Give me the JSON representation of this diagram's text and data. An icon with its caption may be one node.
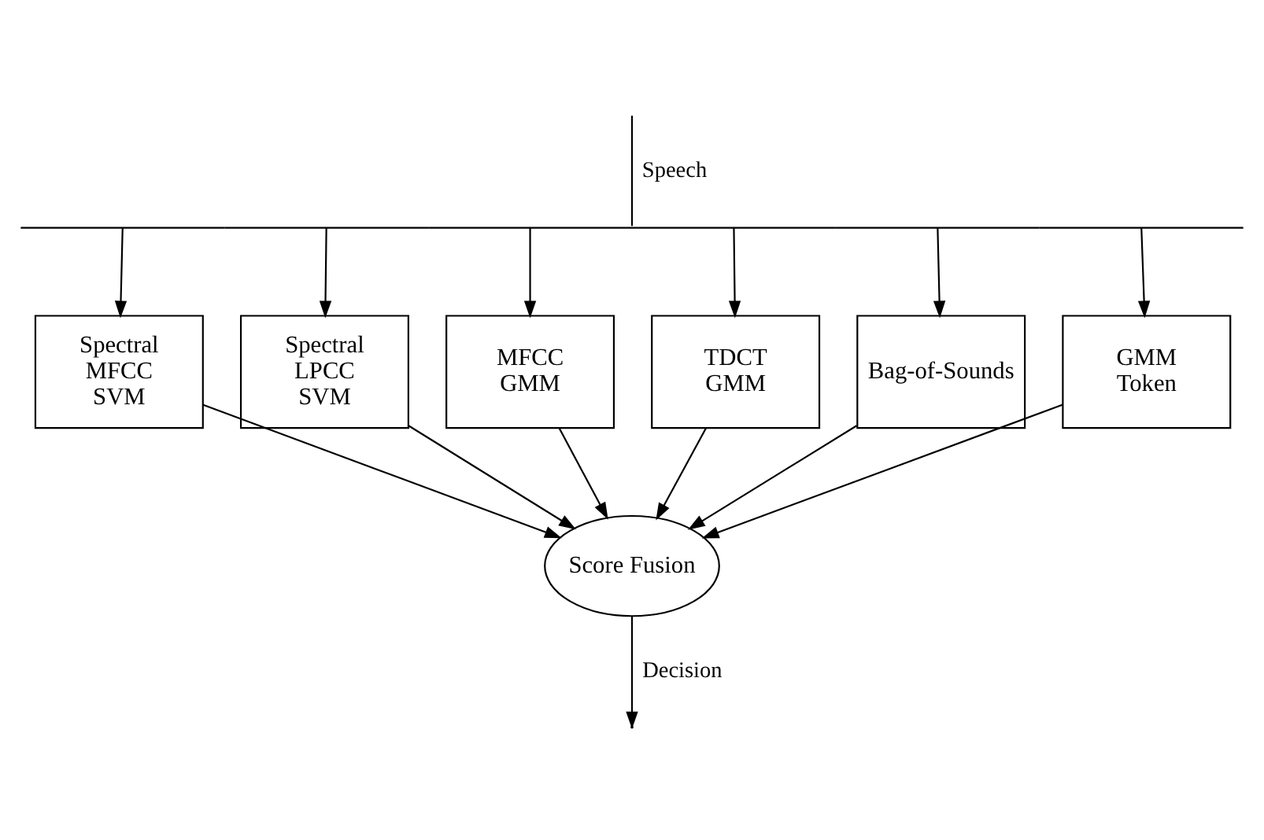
{
  "diagram": {
    "nodes": [
      {
        "text": [],
        "shape": "bar"
      },
      {
        "text": [
          "Spectral MFCC SVM"
        ]
      },
      {
        "text": [
          "Spectral LPCC SVM"
        ]
      },
      {
        "text": [
          "MFCC GMM"
        ]
      },
      {
        "text": [
          "TDCT GMM"
        ]
      },
      {
        "text": [
          "Bag-of-Sounds"
        ]
      },
      {
        "text": [
          "GMM Token"
        ]
      },
      {
        "text": [
          "Score Fusion"
        ]
      }
    ],
    "edges": [
      {
        "from": null,
        "to": 0,
        "arrow": "none",
        "label": "Speech"
      },
      {
        "from": 0,
        "to": 1,
        "arrow": "to"
      },
      {
        "from": 0,
        "to": 2,
        "arrow": "to"
      },
      {
        "from": 0,
        "to": 3,
        "arrow": "to"
      },
      {
        "from": 0,
        "to": 4,
        "arrow": "to"
      },
      {
        "from": 0,
        "to": 5,
        "arrow": "to"
      },
      {
        "from": 0,
        "to": 6,
        "arrow": "to"
      },
      {
        "from": 1,
        "to": 7,
        "arrow": "to"
      },
      {
        "from": 2,
        "to": 7,
        "arrow": "to"
      },
      {
        "from": 3,
        "to": 7,
        "arrow": "to"
      },
      {
        "from": 4,
        "to": 7,
        "arrow": "to"
      },
      {
        "from": 5,
        "to": 7,
        "arrow": "to"
      },
      {
        "from": 6,
        "to": 7,
        "arrow": "to"
      },
      {
        "from": 7,
        "to": null,
        "arrow": "to",
        "label": "Decision"
      }
    ]
  }
}
